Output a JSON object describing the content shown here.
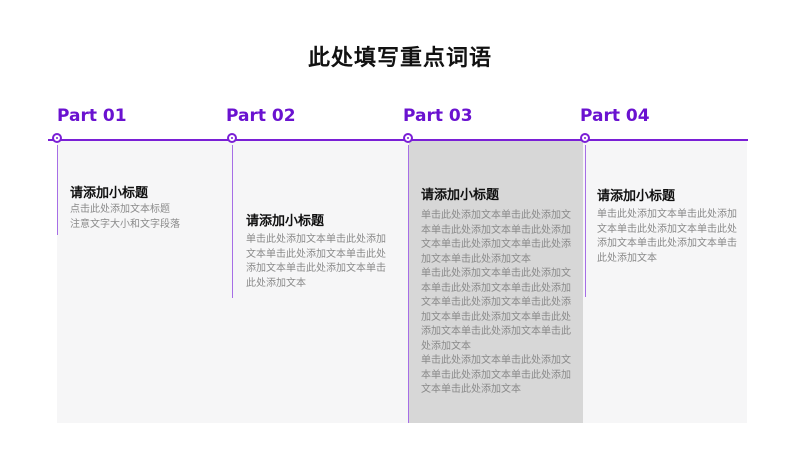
{
  "title": "此处填写重点词语",
  "colors": {
    "accent": "#7a1fd6",
    "panel": "#f6f6f7",
    "highlight": "#d7d7d7"
  },
  "parts": [
    {
      "label": "Part 01",
      "subtitle": "请添加小标题",
      "body": "点击此处添加文本标题\n注意文字大小和文字段落"
    },
    {
      "label": "Part 02",
      "subtitle": "请添加小标题",
      "body": "单击此处添加文本单击此处添加\n文本单击此处添加文本单击此处\n添加文本单击此处添加文本单击\n此处添加文本"
    },
    {
      "label": "Part 03",
      "subtitle": "请添加小标题",
      "body": "单击此处添加文本单击此处添加文\n本单击此处添加文本单击此处添加\n文本单击此处添加文本单击此处添\n加文本单击此处添加文本\n单击此处添加文本单击此处添加文\n本单击此处添加文本单击此处添加\n文本单击此处添加文本单击此处添\n加文本单击此处添加文本单击此处\n添加文本单击此处添加文本单击此\n处添加文本\n单击此处添加文本单击此处添加文\n本单击此处添加文本单击此处添加\n文本单击此处添加文本"
    },
    {
      "label": "Part 04",
      "subtitle": "请添加小标题",
      "body": "单击此处添加文本单击此处添加\n文本单击此处添加文本单击此处\n添加文本单击此处添加文本单击\n此处添加文本"
    }
  ]
}
